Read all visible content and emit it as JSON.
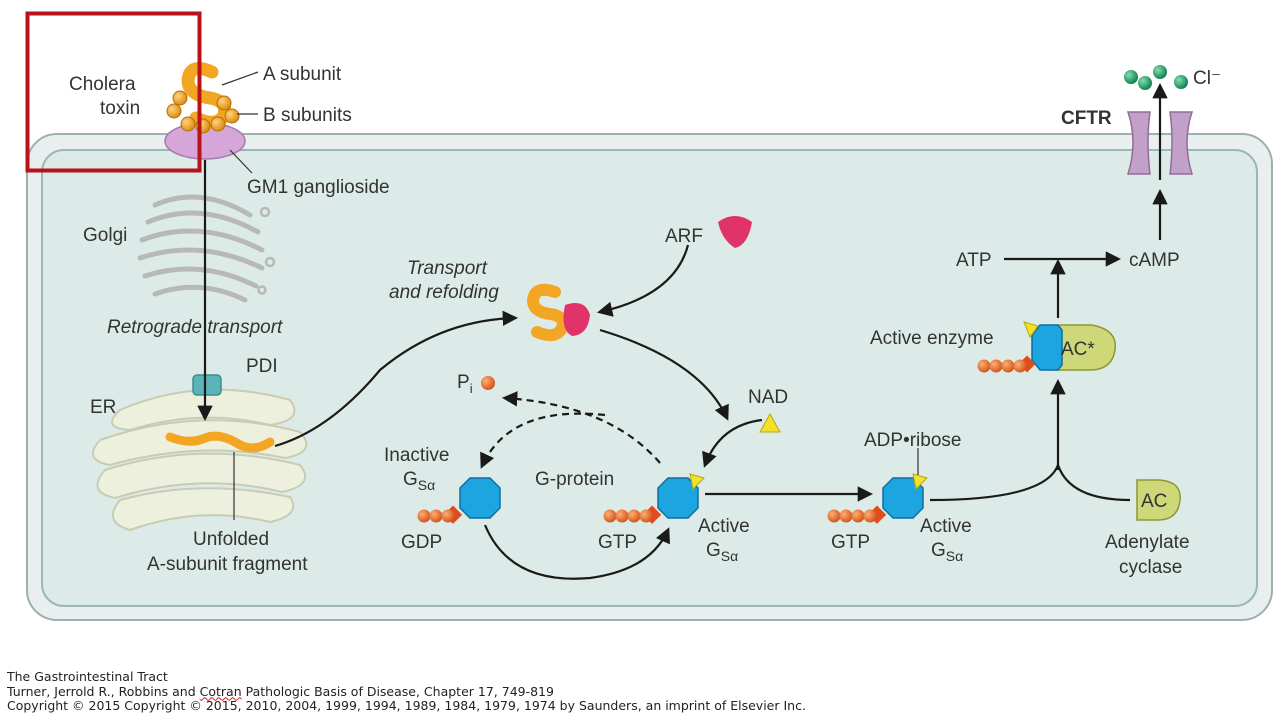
{
  "diagram": {
    "cholera_toxin": [
      "Cholera",
      "toxin"
    ],
    "a_subunit": "A subunit",
    "b_subunits": "B subunits",
    "gm1": "GM1 ganglioside",
    "golgi": "Golgi",
    "retrograde": "Retrograde transport",
    "pdi": "PDI",
    "er": "ER",
    "unfolded": [
      "Unfolded",
      "A-subunit fragment"
    ],
    "transport_refolding": [
      "Transport",
      "and refolding"
    ],
    "arf": "ARF",
    "pi": "P",
    "pi_sub": "i",
    "nad": "NAD",
    "inactive": "Inactive",
    "gs_main": "G",
    "gs_sub": "Sα",
    "gprotein": "G-protein",
    "gdp": "GDP",
    "gtp": "GTP",
    "active": "Active",
    "adp_ribose": "ADP•ribose",
    "active_enzyme": "Active enzyme",
    "ac_star": "AC*",
    "ac": "AC",
    "adenylate": [
      "Adenylate",
      "cyclase"
    ],
    "atp": "ATP",
    "camp": "cAMP",
    "cftr": "CFTR",
    "cl": "Cl⁻"
  },
  "footer": {
    "line1": "The Gastrointestinal Tract",
    "line2_pre": "Turner, Jerrold R., Robbins and ",
    "line2_mark": "Cotran",
    "line2_post": " Pathologic Basis of Disease, Chapter 17, 749-819",
    "line3": "Copyright © 2015   Copyright © 2015, 2010, 2004, 1999, 1994, 1989, 1984, 1979, 1974 by Saunders, an imprint of Elsevier Inc."
  },
  "colors": {
    "cell_fill": "#dcebe8",
    "highlight_box": "#b8121b",
    "toxin_orange": "#f3a623",
    "arf_pink": "#e0336a",
    "gprotein_blue": "#1da5df",
    "nad_yellow": "#f3e12a",
    "cftr_purple": "#c3a0c9",
    "chloride_green": "#1f9a63"
  }
}
